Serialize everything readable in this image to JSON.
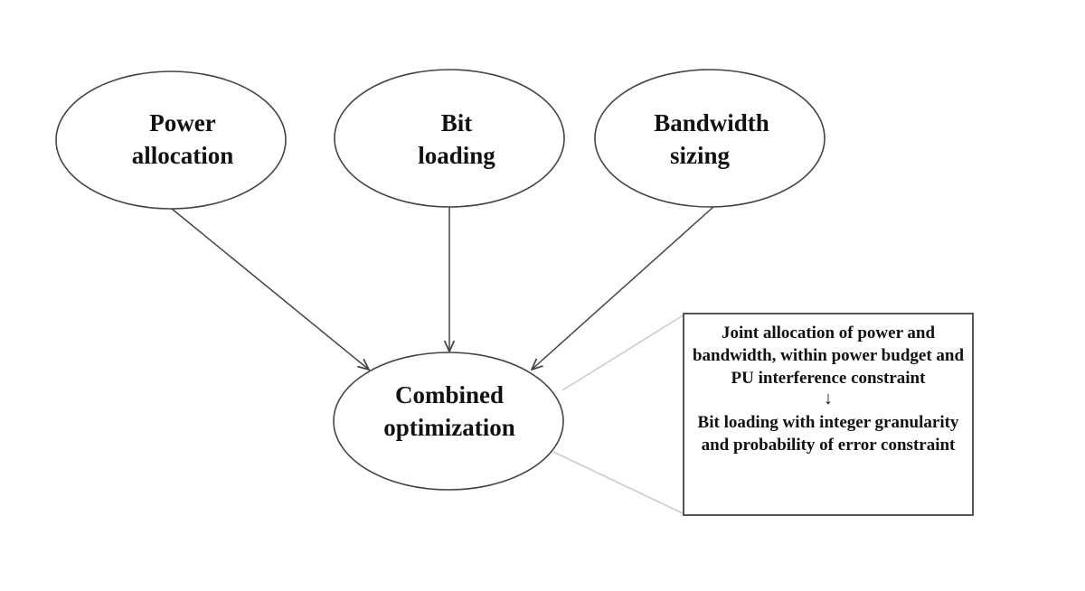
{
  "diagram": {
    "nodes": {
      "power": {
        "line1": "Power",
        "line2": "allocation"
      },
      "bit": {
        "line1": "Bit",
        "line2": "loading"
      },
      "bandwidth": {
        "line1": "Bandwidth",
        "line2": "sizing"
      },
      "combined": {
        "line1": "Combined",
        "line2": "optimization"
      }
    },
    "note": {
      "step1": "Joint allocation of power and bandwidth, within power budget and PU interference constraint",
      "step2": "Bit loading with integer granularity and probability of error constraint"
    },
    "colors": {
      "line": "#444444",
      "text": "#111111",
      "callout": "#cccccc"
    }
  }
}
